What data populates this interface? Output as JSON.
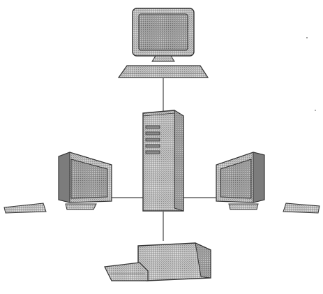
{
  "diagram": {
    "type": "network-topology",
    "hub": "server-tower",
    "nodes": [
      {
        "id": "top-workstation",
        "kind": "monitor-with-keyboard",
        "connected_to": "server-tower"
      },
      {
        "id": "server-tower",
        "kind": "tower-server"
      },
      {
        "id": "left-workstation",
        "kind": "monitor-with-keyboard",
        "connected_to": "server-tower"
      },
      {
        "id": "right-workstation",
        "kind": "monitor-with-keyboard",
        "connected_to": "server-tower"
      },
      {
        "id": "bottom-printer",
        "kind": "printer",
        "connected_to": "server-tower"
      }
    ],
    "colors": {
      "fill": "#b9b9b9",
      "fill_dark": "#8a8a8a",
      "fill_light": "#d2d2d2",
      "stroke": "#333333",
      "link": "#444444"
    }
  }
}
